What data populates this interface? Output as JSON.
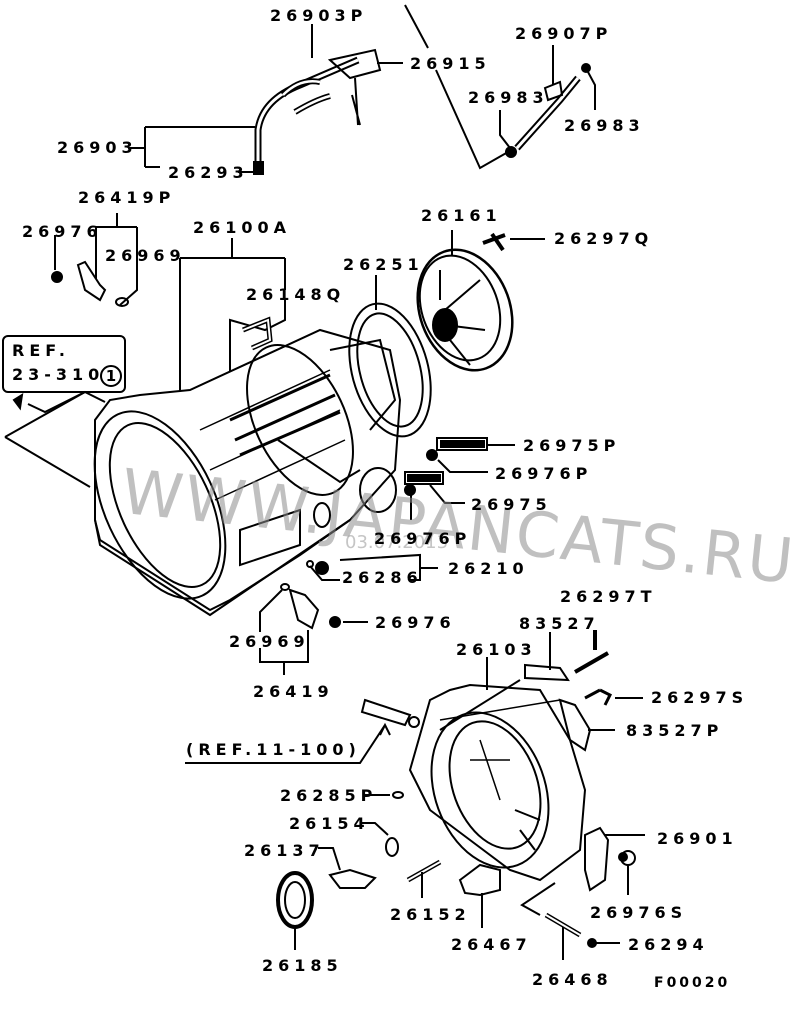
{
  "diagram": {
    "title_code": "F00020",
    "watermark": "WWW.JAPANCATS.RU",
    "watermark_date": "03.07.2013",
    "reference_box": {
      "line1": "REF.",
      "line2": "23-310",
      "circled": "1"
    },
    "reference_note": "(REF.11-100)",
    "part_labels": {
      "p26903P": "26903P",
      "p26915": "26915",
      "p26903": "26903",
      "p26293": "26293",
      "p26907P": "26907P",
      "p26983a": "26983",
      "p26983b": "26983",
      "p26419P": "26419P",
      "p26976a": "26976",
      "p26969a": "26969",
      "p26100A": "26100A",
      "p26148Q": "26148Q",
      "p26251": "26251",
      "p26161": "26161",
      "p26297Q": "26297Q",
      "p26975P": "26975P",
      "p26976P": "26976P",
      "p26975": "26975",
      "p26976Pb": "26976P",
      "p26286": "26286",
      "p26210": "26210",
      "p26969b": "26969",
      "p26976b": "26976",
      "p26419": "26419",
      "p26297T": "26297T",
      "p83527": "83527",
      "p26103": "26103",
      "p26297S": "26297S",
      "p83527P": "83527P",
      "p26285P": "26285P",
      "p26154": "26154",
      "p26137": "26137",
      "p26901": "26901",
      "p26185": "26185",
      "p26152": "26152",
      "p26467": "26467",
      "p26976S": "26976S",
      "p26294": "26294",
      "p26468": "26468"
    }
  }
}
